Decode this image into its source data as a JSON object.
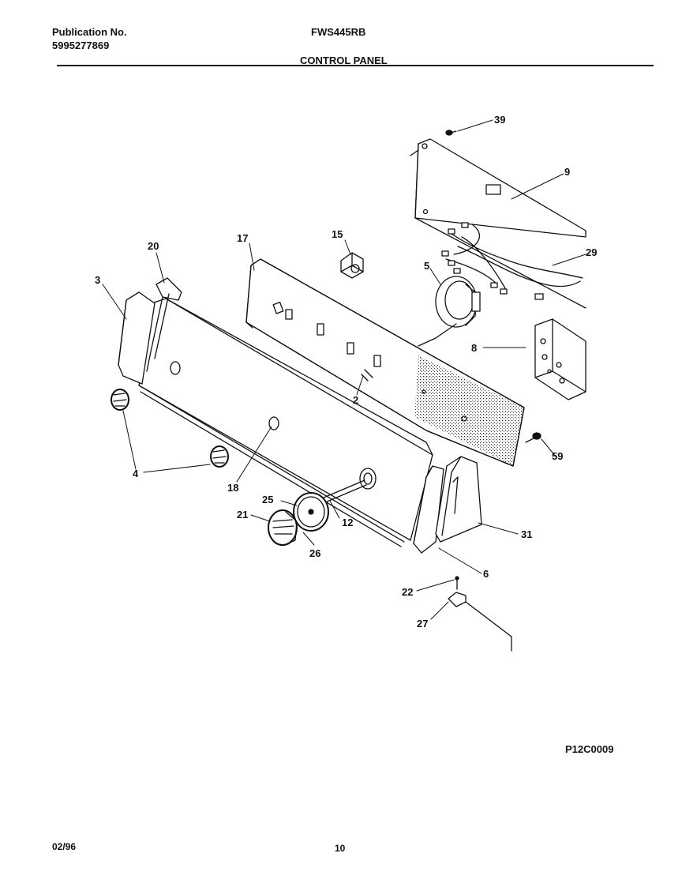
{
  "header": {
    "publication_label": "Publication No.",
    "publication_number": "5995277869",
    "model": "FWS445RB",
    "section_title": "CONTROL PANEL"
  },
  "callouts": {
    "c39": "39",
    "c9": "9",
    "c29": "29",
    "c15": "15",
    "c17": "17",
    "c20": "20",
    "c3": "3",
    "c5": "5",
    "c8": "8",
    "c2": "2",
    "c59": "59",
    "c4": "4",
    "c18": "18",
    "c25": "25",
    "c21": "21",
    "c12": "12",
    "c26": "26",
    "c31": "31",
    "c6": "6",
    "c22": "22",
    "c27": "27"
  },
  "figure_id": "P12C0009",
  "footer": {
    "date": "02/96",
    "page": "10"
  }
}
